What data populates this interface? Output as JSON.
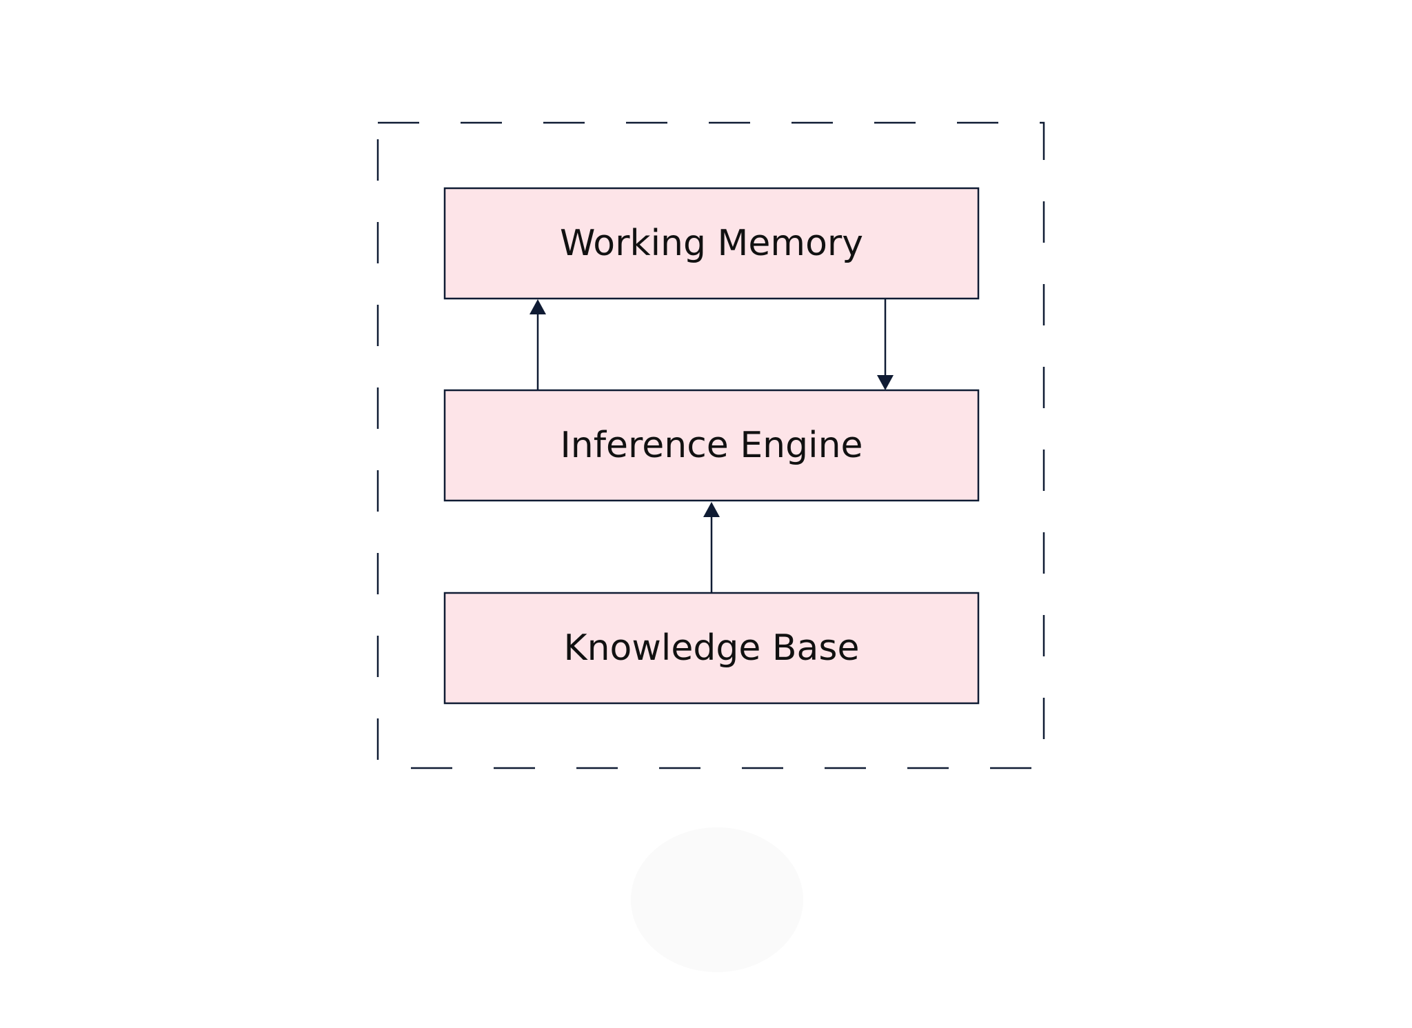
{
  "diagram": {
    "nodes": [
      {
        "id": "working-memory",
        "label": "Working Memory"
      },
      {
        "id": "inference-engine",
        "label": "Inference Engine"
      },
      {
        "id": "knowledge-base",
        "label": "Knowledge Base"
      }
    ],
    "edges": [
      {
        "from": "inference-engine",
        "to": "working-memory"
      },
      {
        "from": "working-memory",
        "to": "inference-engine"
      },
      {
        "from": "knowledge-base",
        "to": "inference-engine"
      }
    ],
    "colors": {
      "node_fill": "#fde4e8",
      "stroke": "#0f1b33",
      "text": "#111111"
    }
  }
}
